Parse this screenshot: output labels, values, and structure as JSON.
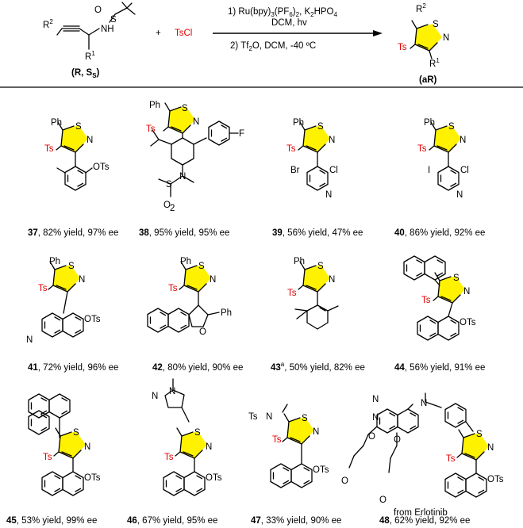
{
  "scheme": {
    "r2": "R",
    "r2_sup": "2",
    "r1": "R",
    "r1_sup": "1",
    "reactant_label": "(R, S",
    "reactant_label_sub": "S",
    "reactant_label_end": ")",
    "plus": "+",
    "tscl": "TsCl",
    "cond1": "1) Ru(bpy)",
    "cond1_sub1": "3",
    "cond1_mid": "(PF",
    "cond1_sub2": "6",
    "cond1_mid2": ")",
    "cond1_sub3": "2",
    "cond1_end": ", K",
    "cond1_sub4": "2",
    "cond1_tail": "HPO",
    "cond1_sub5": "4",
    "cond1b": "DCM, hv",
    "cond2": "2) Tf",
    "cond2_sub": "2",
    "cond2_end": "O, DCM, -40 ºC",
    "product_label": "(aR)"
  },
  "atoms": {
    "S": "S",
    "N": "N",
    "O": "O",
    "F": "F",
    "Ph": "Ph",
    "Ts": "Ts",
    "OTs": "OTs",
    "Br": "Br",
    "Cl": "Cl",
    "I": "I",
    "NH": "NH",
    "O2": "O",
    "O2sub": "2"
  },
  "compounds": [
    {
      "num": "37",
      "text": ", 82% yield, 97% ee"
    },
    {
      "num": "38",
      "text": ", 95% yield, 95% ee"
    },
    {
      "num": "39",
      "text": ", 56% yield, 47% ee"
    },
    {
      "num": "40",
      "text": ", 86% yield, 92% ee"
    },
    {
      "num": "41",
      "text": ", 72% yield, 96% ee"
    },
    {
      "num": "42",
      "text": ", 80% yield, 90% ee"
    },
    {
      "num": "43",
      "sup": "a",
      "text": ", 50% yield, 82% ee"
    },
    {
      "num": "44",
      "text": ", 56% yield, 91% ee"
    },
    {
      "num": "45",
      "text": ", 53% yield, 99% ee"
    },
    {
      "num": "46",
      "text": ", 67% yield, 95% ee"
    },
    {
      "num": "47",
      "text": ", 33% yield, 90% ee"
    },
    {
      "num": "48",
      "text": ", 62% yield, 92% ee"
    }
  ],
  "erlotinib_note": "from Erlotinib"
}
